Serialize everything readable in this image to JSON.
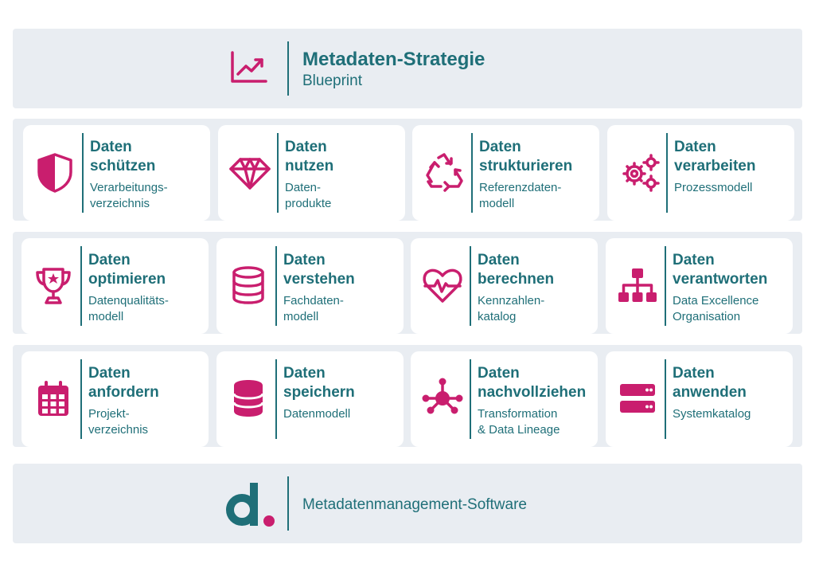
{
  "header": {
    "title": "Metadaten-Strategie",
    "subtitle": "Blueprint",
    "icon": "chart-trend-icon"
  },
  "footer": {
    "text": "Metadatenmanagement-Software",
    "logo": "d-logo"
  },
  "colors": {
    "accent": "#c91e6e",
    "text": "#1f6f78",
    "band": "#e9edf2"
  },
  "cards": [
    {
      "title": "Daten\nschützen",
      "subtitle": "Verarbeitungs-\nverzeichnis",
      "icon": "shield-icon"
    },
    {
      "title": "Daten\nnutzen",
      "subtitle": "Daten-\nprodukte",
      "icon": "diamond-icon"
    },
    {
      "title": "Daten\nstrukturieren",
      "subtitle": "Referenzdaten-\nmodell",
      "icon": "recycle-icon"
    },
    {
      "title": "Daten\nverarbeiten",
      "subtitle": "Prozessmodell",
      "icon": "gears-icon"
    },
    {
      "title": "Daten\noptimieren",
      "subtitle": "Datenqualitäts-\nmodell",
      "icon": "trophy-icon"
    },
    {
      "title": "Daten\nverstehen",
      "subtitle": "Fachdaten-\nmodell",
      "icon": "database-outline-icon"
    },
    {
      "title": "Daten\nberechnen",
      "subtitle": "Kennzahlen-\nkatalog",
      "icon": "heartbeat-icon"
    },
    {
      "title": "Daten\nverantworten",
      "subtitle": "Data Excellence\nOrganisation",
      "icon": "org-chart-icon"
    },
    {
      "title": "Daten\nanfordern",
      "subtitle": "Projekt-\nverzeichnis",
      "icon": "calendar-icon"
    },
    {
      "title": "Daten\nspeichern",
      "subtitle": "Datenmodell",
      "icon": "database-filled-icon"
    },
    {
      "title": "Daten\nnachvollziehen",
      "subtitle": "Transformation\n& Data Lineage",
      "icon": "network-icon"
    },
    {
      "title": "Daten\nanwenden",
      "subtitle": "Systemkatalog",
      "icon": "server-icon"
    }
  ]
}
